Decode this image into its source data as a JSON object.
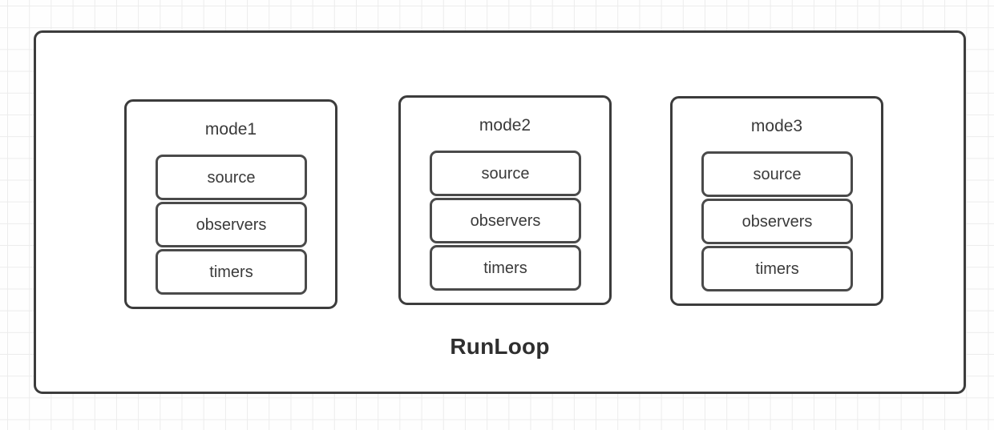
{
  "canvas": {
    "background_color": "#fefefe",
    "grid_color": "#ececec",
    "border_color": "#3c3c3c"
  },
  "diagram": {
    "container": {
      "label": "RunLoop"
    },
    "modes": [
      {
        "label": "mode1",
        "items": [
          {
            "label": "source"
          },
          {
            "label": "observers"
          },
          {
            "label": "timers"
          }
        ]
      },
      {
        "label": "mode2",
        "items": [
          {
            "label": "source"
          },
          {
            "label": "observers"
          },
          {
            "label": "timers"
          }
        ]
      },
      {
        "label": "mode3",
        "items": [
          {
            "label": "source"
          },
          {
            "label": "observers"
          },
          {
            "label": "timers"
          }
        ]
      }
    ]
  }
}
